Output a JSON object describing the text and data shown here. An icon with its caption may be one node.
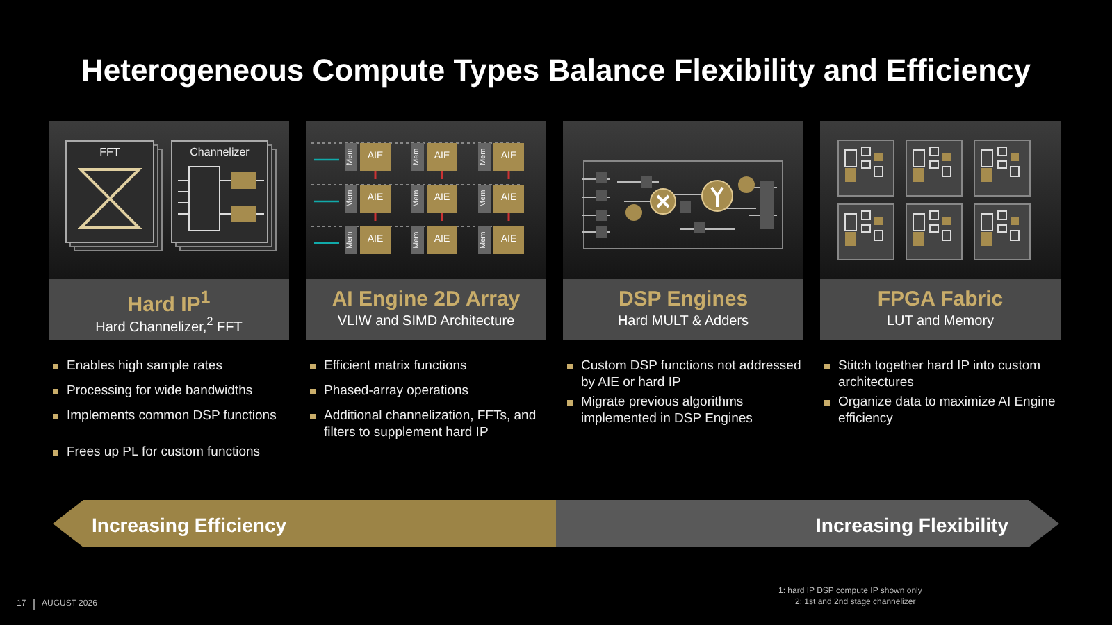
{
  "diagram": {
    "title": "Heterogeneous Compute Types Balance Flexibility and Efficiency",
    "nodes": [
      {
        "text": [
          "Hard IP$^{1}$",
          "Hard Channelizer,$^{2}$ FFT"
        ]
      },
      {
        "text": [
          "FFT"
        ],
        "in": 0
      },
      {
        "text": [
          "Channelizer"
        ],
        "in": 0
      },
      {
        "text": [
          "AI Engine 2D Array",
          "VLIW and SIMD Architecture"
        ]
      },
      {
        "text": [
          "Mem"
        ],
        "in": 3
      },
      {
        "text": [
          "AIE"
        ],
        "in": 3
      },
      {
        "text": [
          "Mem"
        ],
        "in": 3
      },
      {
        "text": [
          "AIE"
        ],
        "in": 3
      },
      {
        "text": [
          "Mem"
        ],
        "in": 3
      },
      {
        "text": [
          "AIE"
        ],
        "in": 3
      },
      {
        "text": [
          "Mem"
        ],
        "in": 3
      },
      {
        "text": [
          "AIE"
        ],
        "in": 3
      },
      {
        "text": [
          "Mem"
        ],
        "in": 3
      },
      {
        "text": [
          "AIE"
        ],
        "in": 3
      },
      {
        "text": [
          "Mem"
        ],
        "in": 3
      },
      {
        "text": [
          "AIE"
        ],
        "in": 3
      },
      {
        "text": [
          "Mem"
        ],
        "in": 3
      },
      {
        "text": [
          "AIE"
        ],
        "in": 3
      },
      {
        "text": [
          "Mem"
        ],
        "in": 3
      },
      {
        "text": [
          "AIE"
        ],
        "in": 3
      },
      {
        "text": [
          "Mem"
        ],
        "in": 3
      },
      {
        "text": [
          "AIE"
        ],
        "in": 3
      },
      {
        "text": [
          "DSP Engines",
          "Hard MULT & Adders"
        ]
      },
      {
        "text": [
          "FPGA Fabric",
          "LUT and Memory"
        ]
      }
    ],
    "labels": [
      "Enables high sample rates",
      "Processing for wide bandwidths",
      "Implements common DSP functions",
      "Frees up PL for custom functions",
      "Efficient matrix functions",
      "Phased-array operations",
      "Additional channelization, FFTs, and filters to supplement hard IP",
      "Custom DSP functions not addressed by AIE or hard IP",
      "Migrate previous algorithms implemented in DSP Engines",
      "Stitch together hard IP into custom architectures",
      "Organize data to maximize AI Engine efficiency",
      "Increasing Efficiency",
      "Increasing Flexibility",
      "17",
      "AUGUST 2026",
      "1: hard IP DSP compute IP shown only",
      "2: 1st and 2nd stage channelizer"
    ]
  }
}
